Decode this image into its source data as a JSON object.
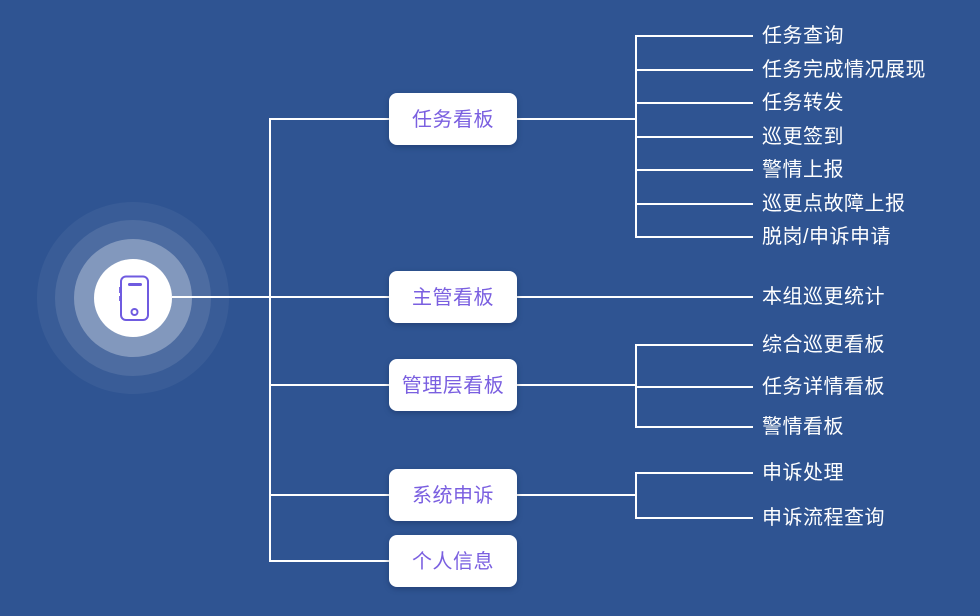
{
  "diagram": {
    "type": "mindmap-tree",
    "root": {
      "icon": "smartphone-icon"
    },
    "branches": [
      {
        "label": "任务看板",
        "children": [
          "任务查询",
          "任务完成情况展现",
          "任务转发",
          "巡更签到",
          "警情上报",
          "巡更点故障上报",
          "脱岗/申诉申请"
        ]
      },
      {
        "label": "主管看板",
        "children": [
          "本组巡更统计"
        ]
      },
      {
        "label": "管理层看板",
        "children": [
          "综合巡更看板",
          "任务详情看板",
          "警情看板"
        ]
      },
      {
        "label": "系统申诉",
        "children": [
          "申诉处理",
          "申诉流程查询"
        ]
      },
      {
        "label": "个人信息",
        "children": []
      }
    ],
    "colors": {
      "background": "#2f5492",
      "box_fill": "#ffffff",
      "box_text": "#7a5fe0",
      "leaf_text": "#ffffff",
      "connector_line": "#ffffff",
      "icon_stroke": "#6f5be0",
      "root_circle_fill": "#ffffff"
    }
  }
}
